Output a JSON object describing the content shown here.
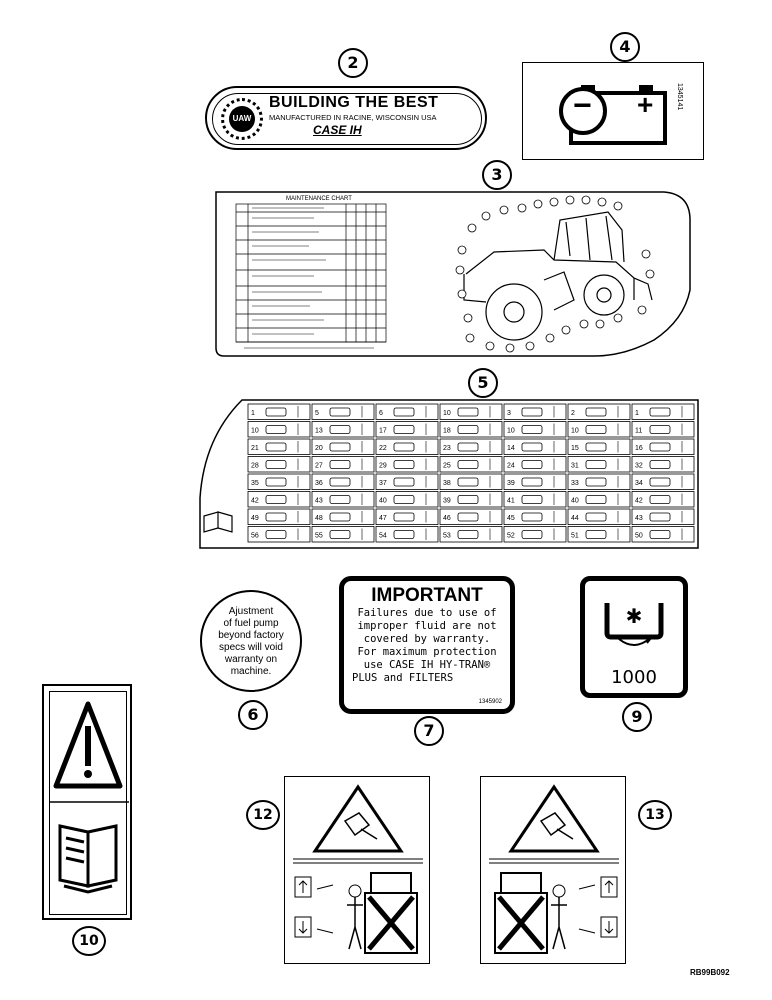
{
  "callouts": {
    "c2": "2",
    "c3": "3",
    "c4": "4",
    "c5": "5",
    "c6": "6",
    "c7": "7",
    "c9": "9",
    "c10": "10",
    "c12": "12",
    "c13": "13"
  },
  "decal2": {
    "title": "BUILDING THE BEST",
    "subtitle": "MANUFACTURED IN RACINE, WISCONSIN USA",
    "brand": "CASE IH",
    "seal": "UAW"
  },
  "decal4": {
    "minus": "−",
    "plus": "+",
    "code": "1345141"
  },
  "decal3": {
    "title": "MAINTENANCE CHART"
  },
  "decal5": {
    "cells": [
      [
        "1",
        "5",
        "6",
        "10",
        "3",
        "2",
        "1"
      ],
      [
        "10",
        "13",
        "17",
        "18",
        "10",
        "10",
        "11"
      ],
      [
        "21",
        "20",
        "22",
        "23",
        "14",
        "15",
        "16"
      ],
      [
        "28",
        "27",
        "29",
        "25",
        "24",
        "31",
        "32"
      ],
      [
        "35",
        "36",
        "37",
        "38",
        "39",
        "33",
        "34"
      ],
      [
        "42",
        "43",
        "40",
        "39",
        "41",
        "40",
        "42"
      ],
      [
        "49",
        "48",
        "47",
        "46",
        "45",
        "44",
        "43"
      ],
      [
        "56",
        "55",
        "54",
        "53",
        "52",
        "51",
        "50"
      ]
    ]
  },
  "decal6": {
    "text": [
      "Ajustment",
      "of fuel pump",
      "beyond factory",
      "specs will void",
      "warranty on",
      "machine."
    ]
  },
  "decal7": {
    "title": "IMPORTANT",
    "lines": [
      "Failures due to use of",
      "improper fluid are not",
      "covered by warranty.",
      "For maximum protection",
      "use CASE IH HY-TRAN®",
      "PLUS and FILTERS"
    ],
    "code": "1345902"
  },
  "decal9": {
    "value": "1000"
  },
  "figure_ref": "RB99B092"
}
